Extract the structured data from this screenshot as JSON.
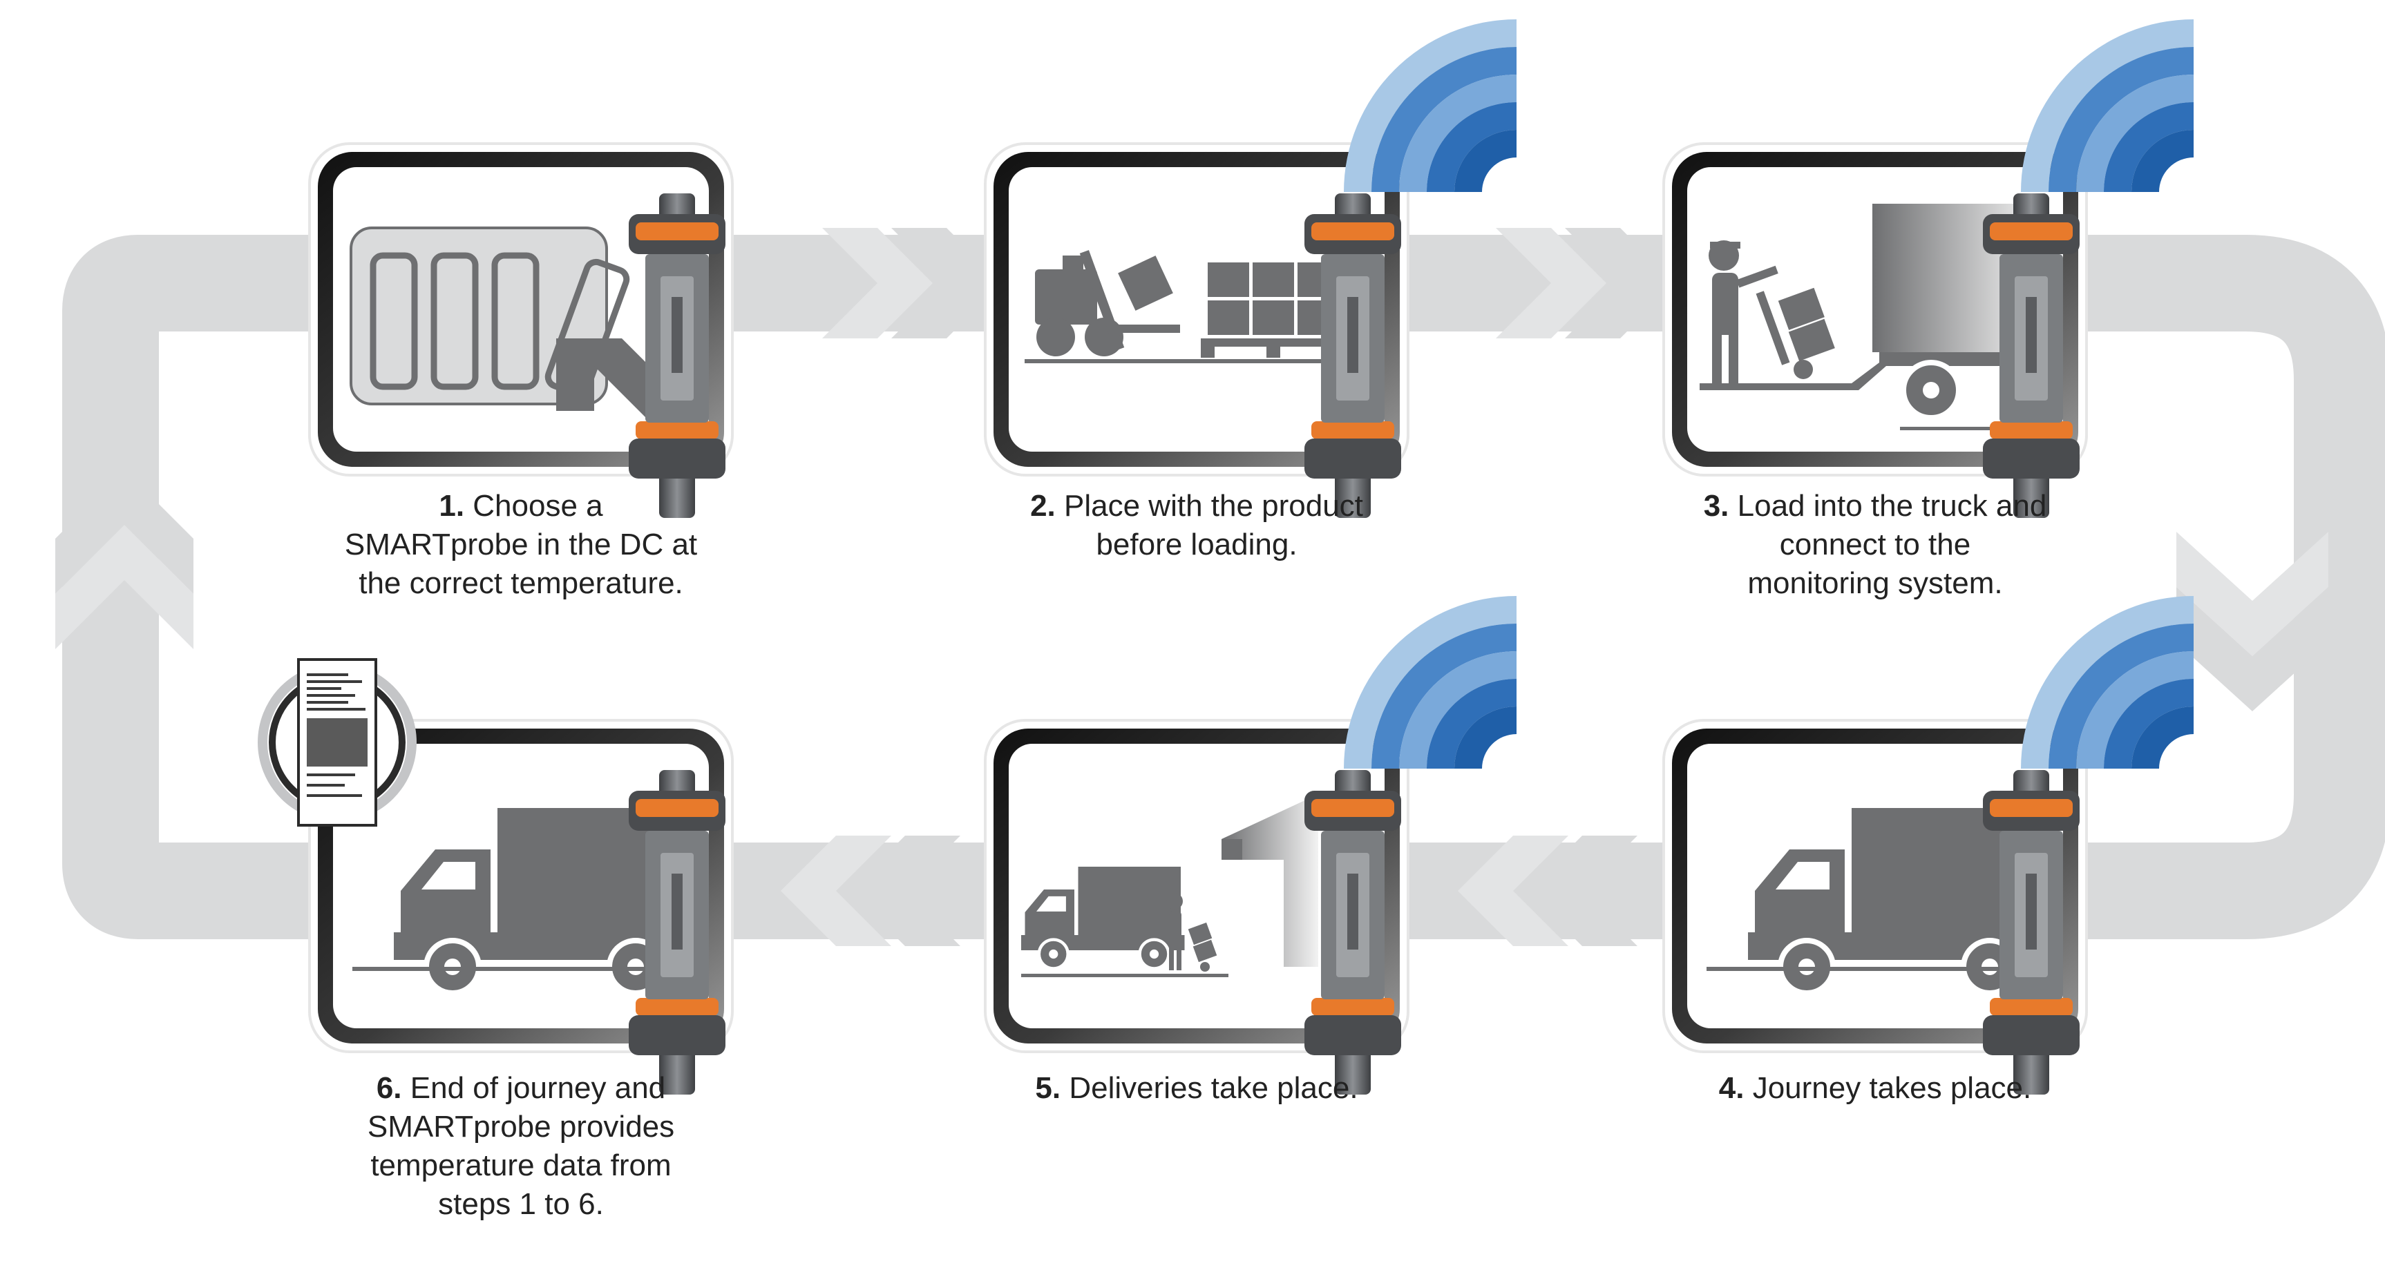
{
  "steps": [
    {
      "number": "1.",
      "lines": [
        "Choose a",
        "SMARTprobe in the DC at",
        "the correct temperature."
      ],
      "wireless": false
    },
    {
      "number": "2.",
      "lines": [
        "Place with the product",
        "before loading."
      ],
      "wireless": true
    },
    {
      "number": "3.",
      "lines": [
        "Load into the truck and",
        "connect to the",
        "monitoring system."
      ],
      "wireless": true
    },
    {
      "number": "4.",
      "lines": [
        "Journey takes place."
      ],
      "wireless": true
    },
    {
      "number": "5.",
      "lines": [
        "Deliveries take place."
      ],
      "wireless": true
    },
    {
      "number": "6.",
      "lines": [
        "End of journey and",
        "SMARTprobe provides",
        "temperature data from",
        "steps 1 to 6."
      ],
      "wireless": false
    }
  ],
  "colors": {
    "loop": "#d9dadb",
    "chevron": "#e3e4e5",
    "pictogram": "#6e6f71",
    "frame_dark": "#1c1c1c",
    "wave_dark": "#1f5fa8",
    "wave_mid": "#4a86c8",
    "wave_light": "#a8c8e6",
    "probe_orange": "#e87a2b"
  }
}
